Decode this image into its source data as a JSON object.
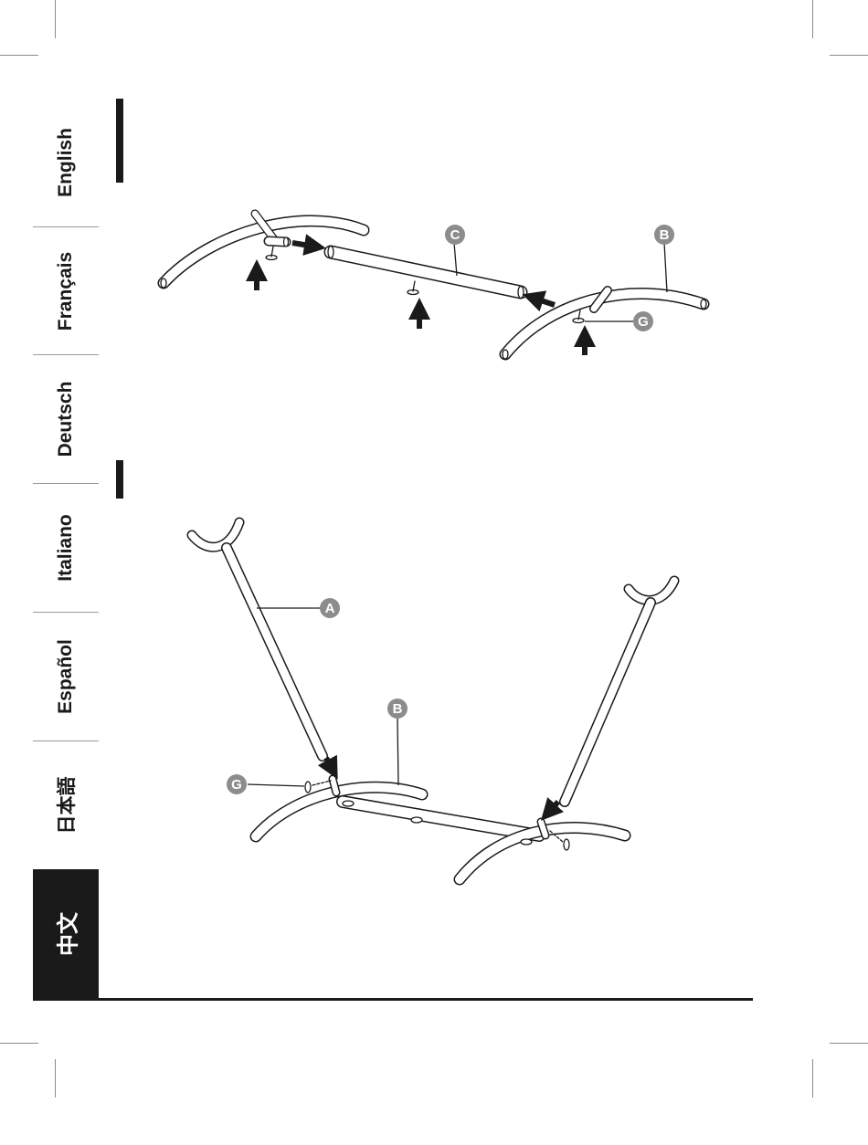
{
  "languages": [
    {
      "label": "English",
      "active": false
    },
    {
      "label": "Français",
      "active": false
    },
    {
      "label": "Deutsch",
      "active": false
    },
    {
      "label": "Italiano",
      "active": false
    },
    {
      "label": "Español",
      "active": false
    },
    {
      "label": "日本語",
      "active": false
    },
    {
      "label": "中文",
      "active": true
    }
  ],
  "figure1": {
    "callouts": {
      "c": "C",
      "b": "B",
      "g": "G"
    }
  },
  "figure2": {
    "callouts": {
      "a": "A",
      "b": "B",
      "g": "G"
    }
  }
}
